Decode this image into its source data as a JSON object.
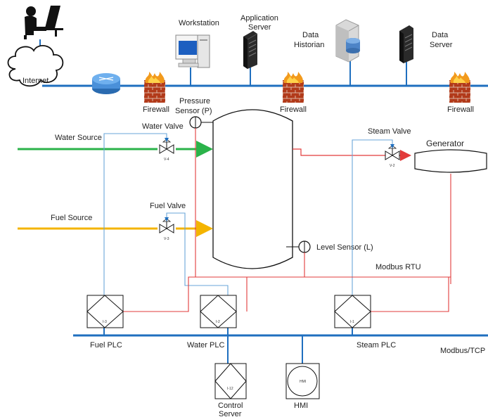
{
  "network": {
    "internet_label": "Internet",
    "workstation_label": "Workstation",
    "application_server_label": [
      "Application",
      "Server"
    ],
    "data_historian_label": [
      "Data",
      "Historian"
    ],
    "data_server_label": [
      "Data",
      "Server"
    ],
    "firewall_label": "Firewall"
  },
  "process": {
    "water_source_label": "Water Source",
    "fuel_source_label": "Fuel Source",
    "water_valve_label": "Water Valve",
    "fuel_valve_label": "Fuel Valve",
    "steam_valve_label": "Steam Valve",
    "pressure_sensor_label": [
      "Pressure",
      "Sensor (P)"
    ],
    "level_sensor_label": "Level Sensor (L)",
    "generator_label": "Generator",
    "water_valve_tag": "V-4",
    "fuel_valve_tag": "V-3",
    "steam_valve_tag": "V-2"
  },
  "control": {
    "modbus_rtu_label": "Modbus RTU",
    "modbus_tcp_label": "Modbus/TCP",
    "fuel_plc_label": "Fuel PLC",
    "water_plc_label": "Water PLC",
    "steam_plc_label": "Steam PLC",
    "control_server_label": [
      "Control",
      "Server"
    ],
    "hmi_label": "HMI",
    "fuel_plc_tag": "I-3",
    "water_plc_tag": "I-2",
    "steam_plc_tag": "I-1",
    "control_server_tag": "I-12",
    "hmi_tag": "HMI"
  },
  "colors": {
    "network_line": "#1f6fbf",
    "water_line": "#2bb34a",
    "fuel_line": "#f4b400",
    "serial_line": "#e23b3b",
    "signal_line": "#6aa6d8"
  }
}
